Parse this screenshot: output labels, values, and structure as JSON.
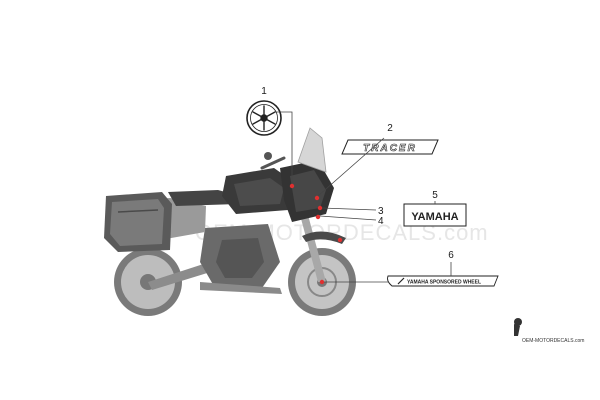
{
  "callouts": [
    {
      "id": "1",
      "label": "1"
    },
    {
      "id": "2",
      "label": "2"
    },
    {
      "id": "3",
      "label": "3"
    },
    {
      "id": "4",
      "label": "4"
    },
    {
      "id": "5",
      "label": "5"
    },
    {
      "id": "6",
      "label": "6"
    }
  ],
  "decals": {
    "tracer_logo": "TRACER",
    "yamaha_logo": "YAMAHA",
    "sponsored_stripe": "YAMAHA SPONSORED WHEEL"
  },
  "watermark": {
    "text": "OEM-MOTORDECALS.com",
    "footer": "OEM-MOTORDECALS.com"
  },
  "colors": {
    "leader": "#444444",
    "marker": "#e03030",
    "bike_body": "#3a3a3a",
    "bike_light": "#9a9a9a"
  }
}
